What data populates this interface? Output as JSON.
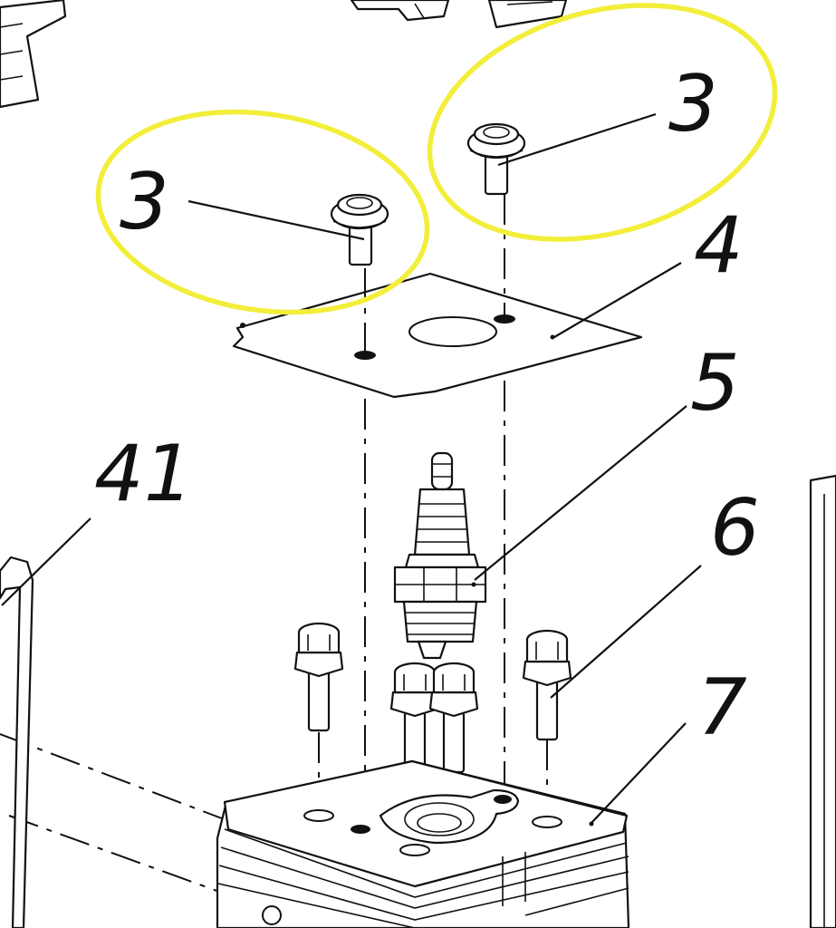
{
  "diagram": {
    "callouts": {
      "c3a": "3",
      "c3b": "3",
      "c4": "4",
      "c5": "5",
      "c41": "41",
      "c6": "6",
      "c7": "7"
    },
    "highlight_color": "#f2ee3a",
    "line_color": "#111111"
  }
}
